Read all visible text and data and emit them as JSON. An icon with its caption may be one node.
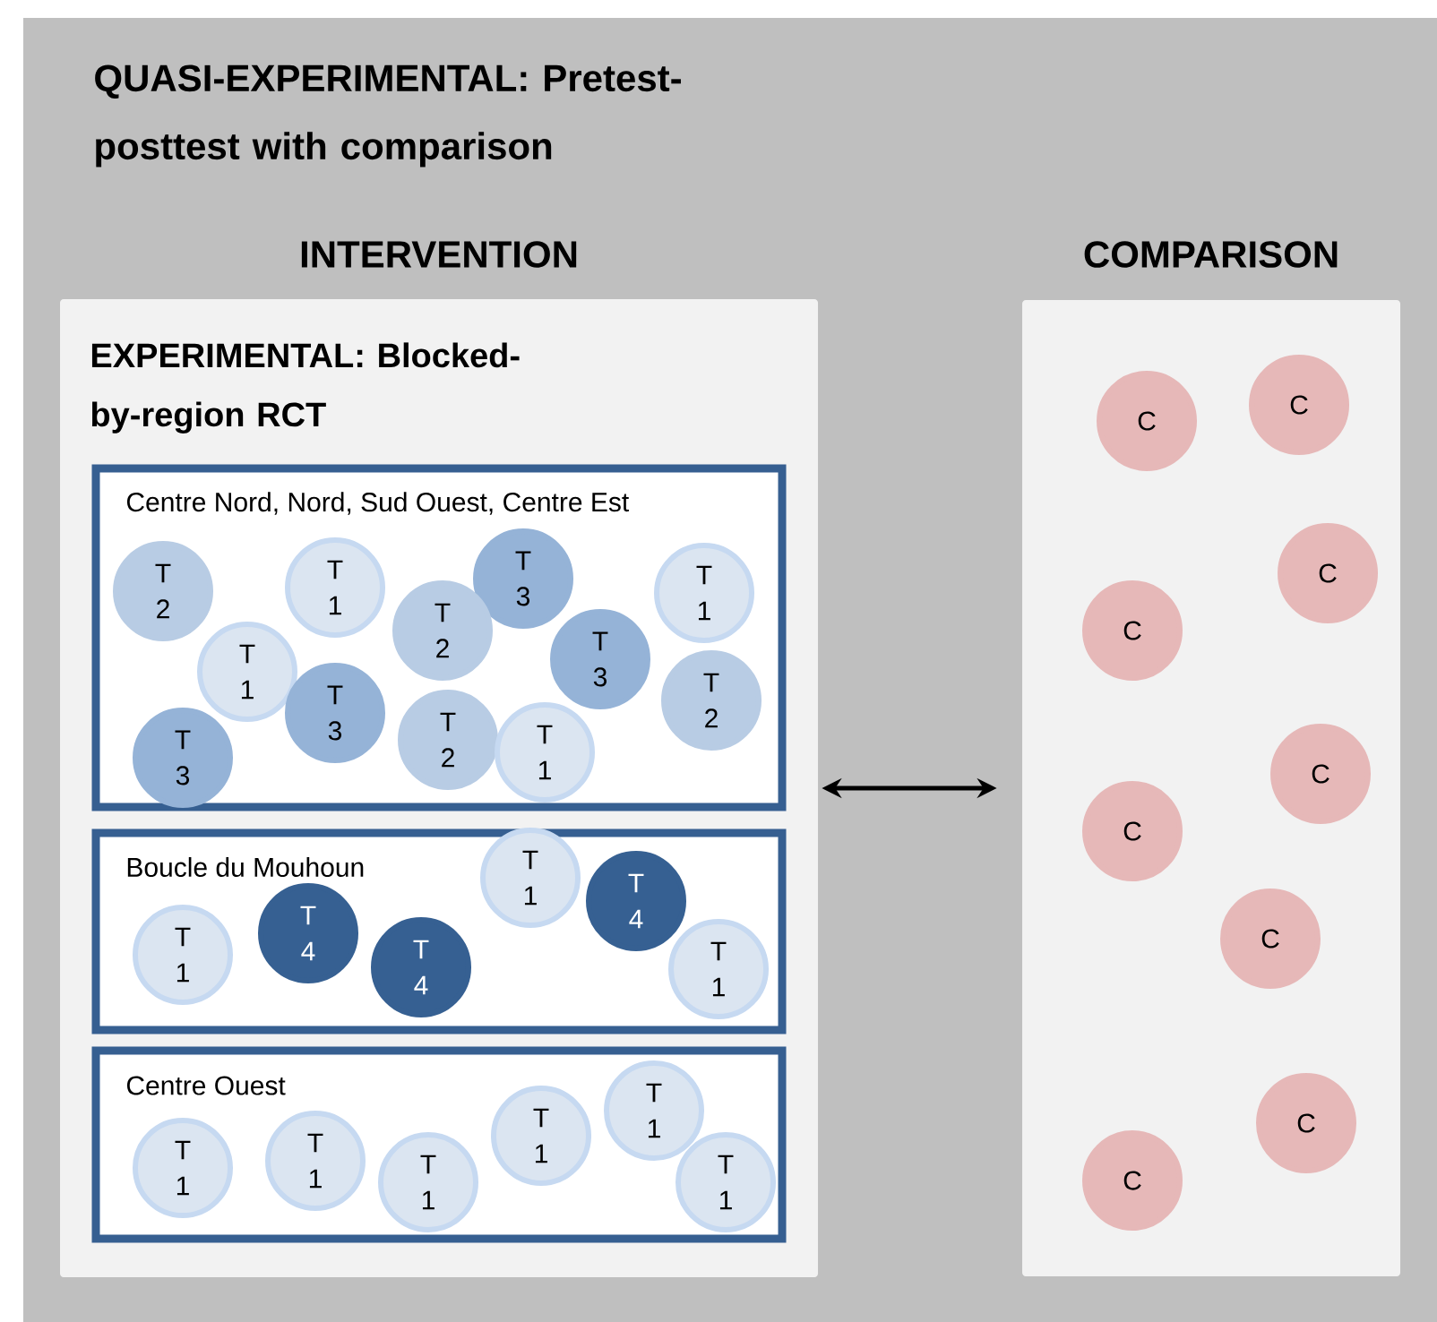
{
  "diagram": {
    "title": "QUASI-EXPERIMENTAL: Pretest-posttest with comparison",
    "nodes": [
      {
        "text": [
          "INTERVENTION",
          "EXPERIMENTAL: Blocked-by-region RCT"
        ]
      },
      {
        "text": [
          "Centre Nord, Nord, Sud Ouest, Centre Est"
        ],
        "in": 0
      },
      {
        "text": [
          "T 2"
        ],
        "in": 1
      },
      {
        "text": [
          "T 1"
        ],
        "in": 1
      },
      {
        "text": [
          "T 3"
        ],
        "in": 1
      },
      {
        "text": [
          "T 1"
        ],
        "in": 1
      },
      {
        "text": [
          "T 1"
        ],
        "in": 1
      },
      {
        "text": [
          "T 2"
        ],
        "in": 1
      },
      {
        "text": [
          "T 3"
        ],
        "in": 1
      },
      {
        "text": [
          "T 2"
        ],
        "in": 1
      },
      {
        "text": [
          "T 3"
        ],
        "in": 1
      },
      {
        "text": [
          "T 2"
        ],
        "in": 1
      },
      {
        "text": [
          "T 1"
        ],
        "in": 1
      },
      {
        "text": [
          "T 3"
        ],
        "in": 1
      },
      {
        "text": [
          "Boucle du Mouhoun"
        ],
        "in": 0
      },
      {
        "text": [
          "T 1"
        ],
        "in": 14
      },
      {
        "text": [
          "T 4"
        ],
        "in": 14
      },
      {
        "text": [
          "T 4"
        ],
        "in": 14
      },
      {
        "text": [
          "T 1"
        ],
        "in": 14
      },
      {
        "text": [
          "T 4"
        ],
        "in": 14
      },
      {
        "text": [
          "T 1"
        ],
        "in": 14
      },
      {
        "text": [
          "Centre Ouest"
        ],
        "in": 0
      },
      {
        "text": [
          "T 1"
        ],
        "in": 21
      },
      {
        "text": [
          "T 1"
        ],
        "in": 21
      },
      {
        "text": [
          "T 1"
        ],
        "in": 21
      },
      {
        "text": [
          "T 1"
        ],
        "in": 21
      },
      {
        "text": [
          "T 1"
        ],
        "in": 21
      },
      {
        "text": [
          "T 1"
        ],
        "in": 21
      },
      {
        "text": [
          "COMPARISON"
        ]
      },
      {
        "text": [
          "C"
        ],
        "in": 28
      },
      {
        "text": [
          "C"
        ],
        "in": 28
      },
      {
        "text": [
          "C"
        ],
        "in": 28
      },
      {
        "text": [
          "C"
        ],
        "in": 28
      },
      {
        "text": [
          "C"
        ],
        "in": 28
      },
      {
        "text": [
          "C"
        ],
        "in": 28
      },
      {
        "text": [
          "C"
        ],
        "in": 28
      },
      {
        "text": [
          "C"
        ],
        "in": 28
      },
      {
        "text": [
          "C"
        ],
        "in": 28
      }
    ],
    "edges": [
      {
        "from": 0,
        "to": 28,
        "arrow": "both"
      }
    ]
  }
}
